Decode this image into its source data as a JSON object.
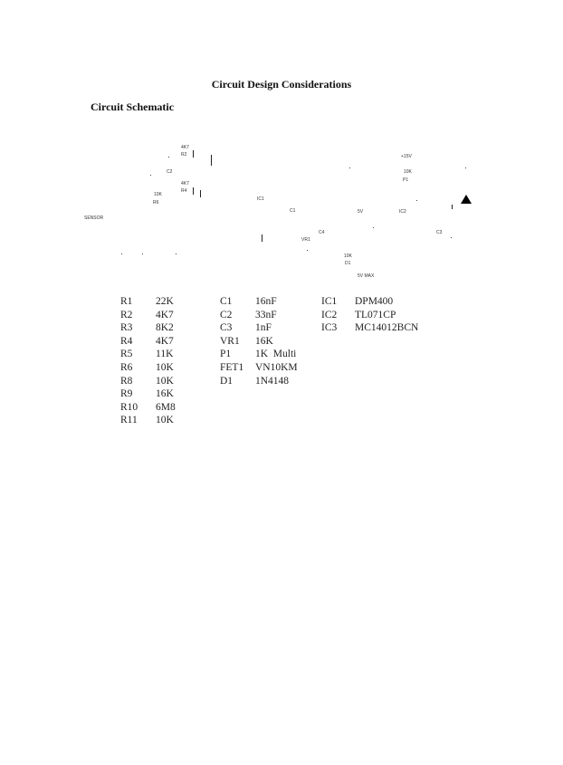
{
  "title": "Circuit Design Considerations",
  "subtitle": "Circuit Schematic",
  "schematic_labels": [
    "4K7",
    "R2",
    "C2",
    "4K7",
    "R4",
    "10K",
    "R6",
    "SENSOR",
    "IC1",
    "C1",
    "C4",
    "VR1",
    "5V",
    "IC2",
    "+15V",
    "10K",
    "P1",
    "C3",
    "10K",
    "D1",
    "5V MAX"
  ],
  "parts": {
    "resistors": [
      {
        "ref": "R1",
        "value": "22K"
      },
      {
        "ref": "R2",
        "value": "4K7"
      },
      {
        "ref": "R3",
        "value": "8K2"
      },
      {
        "ref": "R4",
        "value": "4K7"
      },
      {
        "ref": "R5",
        "value": "11K"
      },
      {
        "ref": "R6",
        "value": "10K"
      },
      {
        "ref": "R8",
        "value": "10K"
      },
      {
        "ref": "R9",
        "value": "16K"
      },
      {
        "ref": "R10",
        "value": "6M8"
      },
      {
        "ref": "R11",
        "value": "10K"
      }
    ],
    "others": [
      {
        "ref": "C1",
        "value": "16nF"
      },
      {
        "ref": "C2",
        "value": "33nF"
      },
      {
        "ref": "C3",
        "value": "1nF"
      },
      {
        "ref": "VR1",
        "value": "16K"
      },
      {
        "ref": "P1",
        "value": "1K  Multi"
      },
      {
        "ref": "FET1",
        "value": "VN10KM"
      },
      {
        "ref": "D1",
        "value": "1N4148"
      }
    ],
    "ics": [
      {
        "ref": "IC1",
        "value": "DPM400"
      },
      {
        "ref": "IC2",
        "value": "TL071CP"
      },
      {
        "ref": "IC3",
        "value": "MC14012BCN"
      }
    ]
  }
}
